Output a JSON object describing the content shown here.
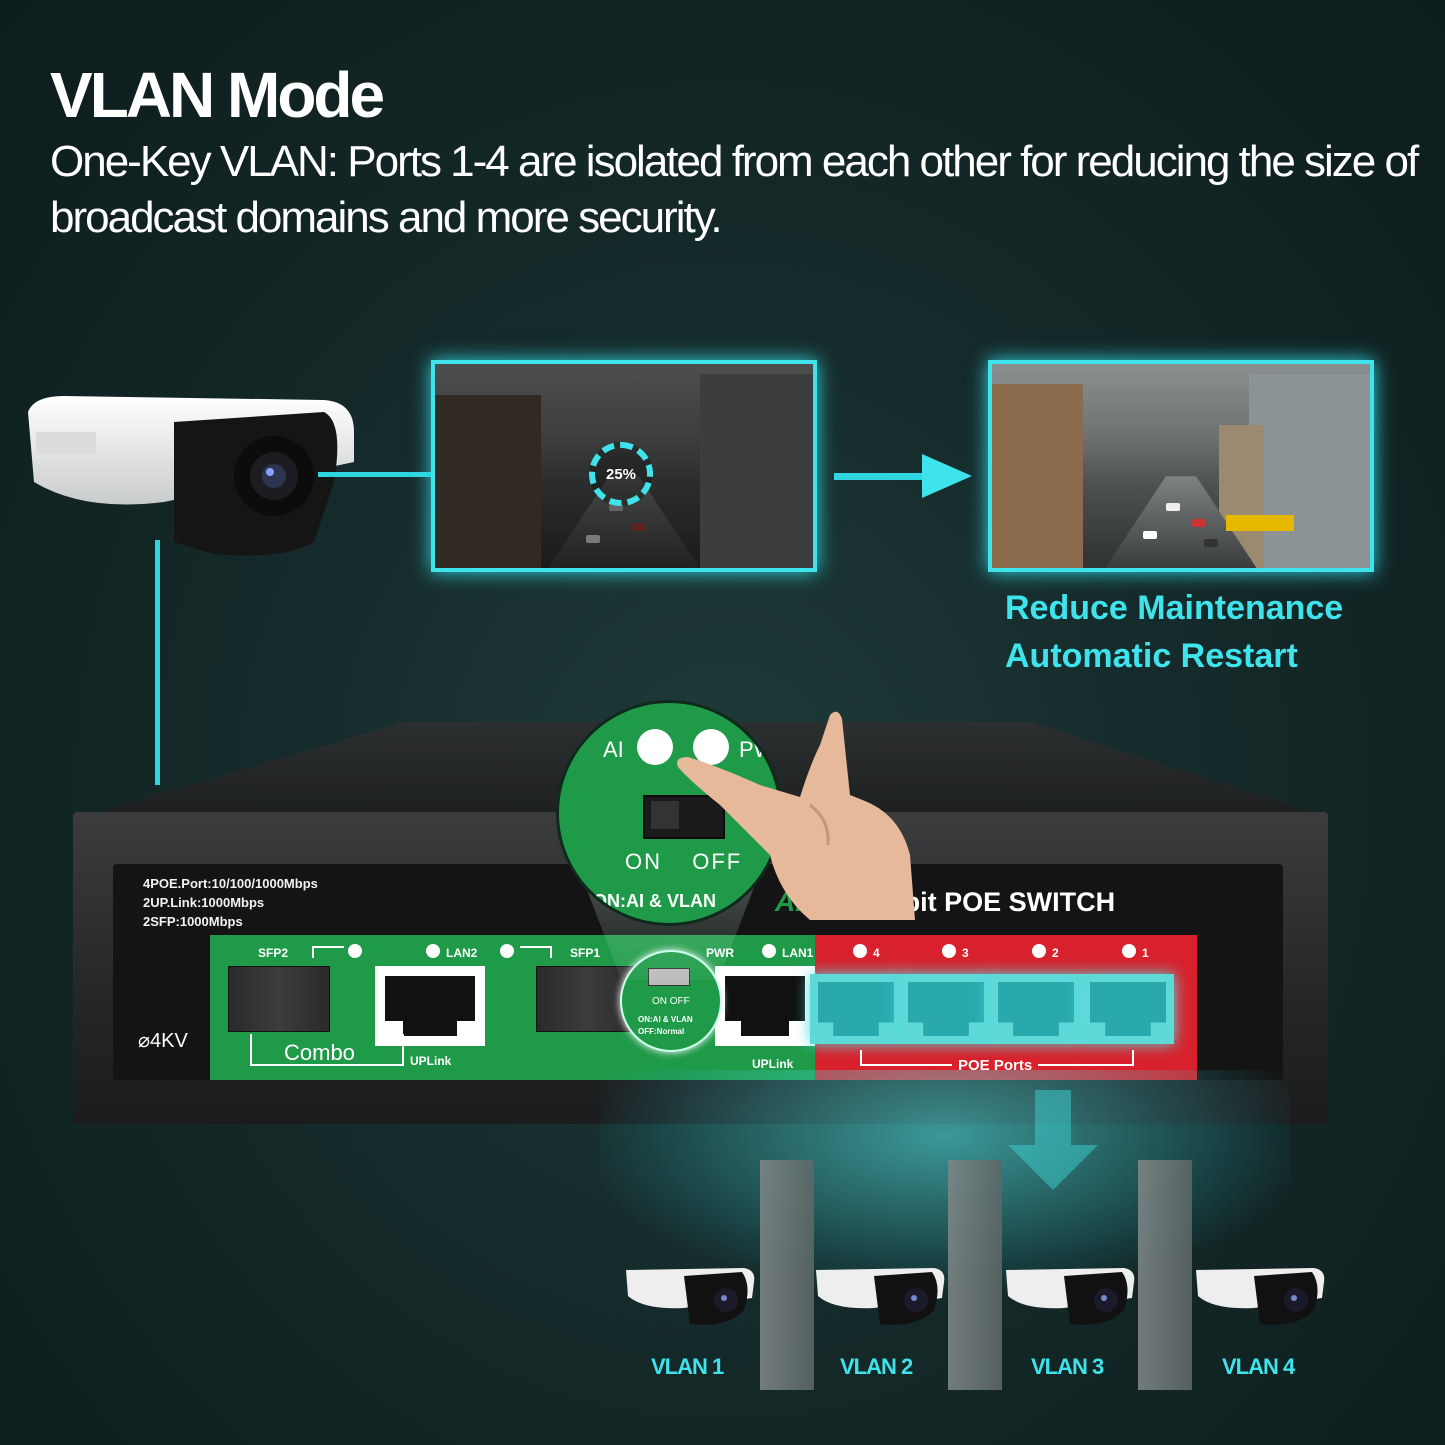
{
  "heading": {
    "title": "VLAN Mode",
    "subtitle": "One-Key VLAN: Ports 1-4 are isolated from each other for reducing the size of broadcast domains and more security."
  },
  "video": {
    "progress_label": "25%",
    "progress": 0.25
  },
  "caption": {
    "line1": "Reduce Maintenance",
    "line2": "Automatic Restart"
  },
  "switch": {
    "specs": [
      "4POE.Port:10/100/1000Mbps",
      "2UP.Link:1000Mbps",
      "2SFP:1000Mbps"
    ],
    "model_prefix": "AI",
    "model_visible": "abit POE SWITCH",
    "surge": "4KV",
    "ports": {
      "sfp2": "SFP2",
      "sfp1": "SFP1",
      "lan2": "LAN2",
      "lan1": "LAN1",
      "ai": "AI",
      "pwr": "PWR",
      "combo": "Combo",
      "uplink": "UPLink",
      "poe_ports": "POE Ports",
      "poe_numbers": [
        "4",
        "3",
        "2",
        "1"
      ]
    },
    "toggle": {
      "on": "ON",
      "off": "OFF",
      "note_on": "ON:AI & VLAN",
      "note_off": "OFF:Normal"
    },
    "zoom": {
      "ai": "AI",
      "pwr": "PW",
      "on": "ON",
      "off": "OFF",
      "note": "ON:AI & VLAN"
    }
  },
  "vlans": [
    "VLAN 1",
    "VLAN 2",
    "VLAN 3",
    "VLAN 4"
  ],
  "colors": {
    "accent": "#3fe3ec",
    "green_panel": "#1f9a48",
    "red_panel": "#d8212c"
  }
}
